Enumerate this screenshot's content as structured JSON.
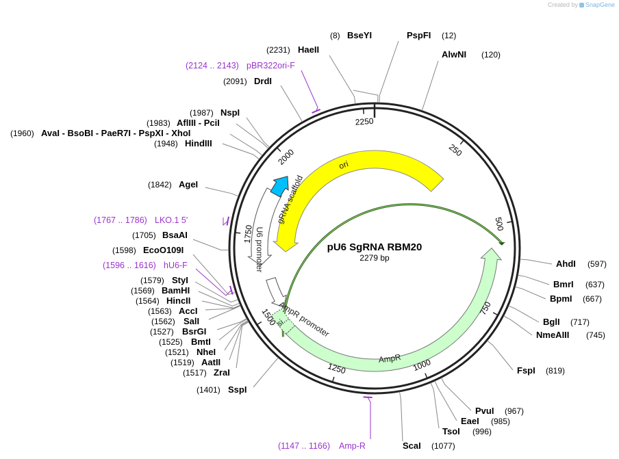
{
  "credit": {
    "prefix": "Created by",
    "brand": "SnapGene"
  },
  "plasmid": {
    "name": "pU6 SgRNA RBM20",
    "length": "2279 bp",
    "total_bp": 2279
  },
  "ticks": [
    {
      "bp": 250,
      "label": "250"
    },
    {
      "bp": 500,
      "label": "500"
    },
    {
      "bp": 750,
      "label": "750"
    },
    {
      "bp": 1000,
      "label": "1000"
    },
    {
      "bp": 1250,
      "label": "1250"
    },
    {
      "bp": 1500,
      "label": "1500"
    },
    {
      "bp": 1750,
      "label": "1750"
    },
    {
      "bp": 2000,
      "label": "2000"
    },
    {
      "bp": 2250,
      "label": "2250"
    }
  ],
  "features": [
    {
      "name": "ori",
      "label": "ori",
      "start": 1695,
      "end": 284,
      "direction": "reverse",
      "color": "#ffff00"
    },
    {
      "name": "ampr",
      "label": "AmpR",
      "start": 1430,
      "end": 569,
      "direction": "reverse",
      "color": "#ccffcc"
    },
    {
      "name": "signal-peptide",
      "label": "si...",
      "start": 1500,
      "end": 1430,
      "direction": "none",
      "color": "#ccffcc"
    },
    {
      "name": "ampr-promoter",
      "label": "AmpR promoter",
      "start": 1605,
      "end": 1500,
      "direction": "reverse",
      "color": "#ffffff"
    },
    {
      "name": "u6-promoter",
      "label": "U6 promoter",
      "start": 1895,
      "end": 1655,
      "direction": "reverse",
      "color": "#ffffff"
    },
    {
      "name": "grna-scaffold",
      "label": "gRNA scaffold",
      "start": 1960,
      "end": 1890,
      "direction": "reverse",
      "color": "#00bfff"
    }
  ],
  "sites": [
    {
      "name": "BseYI",
      "pos": "(8)",
      "bp": 8
    },
    {
      "name": "PspFI",
      "pos": "(12)",
      "bp": 12
    },
    {
      "name": "AlwNI",
      "pos": "(120)",
      "bp": 120
    },
    {
      "name": "AhdI",
      "pos": "(597)",
      "bp": 597
    },
    {
      "name": "BmrI",
      "pos": "(637)",
      "bp": 637
    },
    {
      "name": "BpmI",
      "pos": "(667)",
      "bp": 667
    },
    {
      "name": "BglI",
      "pos": "(717)",
      "bp": 717
    },
    {
      "name": "NmeAIII",
      "pos": "(745)",
      "bp": 745
    },
    {
      "name": "FspI",
      "pos": "(819)",
      "bp": 819
    },
    {
      "name": "PvuI",
      "pos": "(967)",
      "bp": 967
    },
    {
      "name": "EaeI",
      "pos": "(985)",
      "bp": 985
    },
    {
      "name": "TsoI",
      "pos": "(996)",
      "bp": 996
    },
    {
      "name": "ScaI",
      "pos": "(1077)",
      "bp": 1077
    },
    {
      "name": "SspI",
      "pos": "(1401)",
      "bp": 1401
    },
    {
      "name": "ZraI",
      "pos": "(1517)",
      "bp": 1517
    },
    {
      "name": "AatII",
      "pos": "(1519)",
      "bp": 1519
    },
    {
      "name": "NheI",
      "pos": "(1521)",
      "bp": 1521
    },
    {
      "name": "BmtI",
      "pos": "(1525)",
      "bp": 1525
    },
    {
      "name": "BsrGI",
      "pos": "(1527)",
      "bp": 1527
    },
    {
      "name": "SalI",
      "pos": "(1562)",
      "bp": 1562
    },
    {
      "name": "AccI",
      "pos": "(1563)",
      "bp": 1563
    },
    {
      "name": "HincII",
      "pos": "(1564)",
      "bp": 1564
    },
    {
      "name": "BamHI",
      "pos": "(1569)",
      "bp": 1569
    },
    {
      "name": "StyI",
      "pos": "(1579)",
      "bp": 1579
    },
    {
      "name": "EcoO109I",
      "pos": "(1598)",
      "bp": 1598
    },
    {
      "name": "BsaAI",
      "pos": "(1705)",
      "bp": 1705
    },
    {
      "name": "AgeI",
      "pos": "(1842)",
      "bp": 1842
    },
    {
      "name": "HindIII",
      "pos": "(1948)",
      "bp": 1948
    },
    {
      "name": "AvaI - BsoBI - PaeR7I - PspXI - XhoI",
      "pos": "(1960)",
      "bp": 1960
    },
    {
      "name": "AflIII - PciI",
      "pos": "(1983)",
      "bp": 1983
    },
    {
      "name": "NspI",
      "pos": "(1987)",
      "bp": 1987
    },
    {
      "name": "DrdI",
      "pos": "(2091)",
      "bp": 2091
    },
    {
      "name": "HaeII",
      "pos": "(2231)",
      "bp": 2231
    }
  ],
  "primers": [
    {
      "name": "pBR322ori-F",
      "range": "(2124 .. 2143)",
      "bp": 2133
    },
    {
      "name": "LKO.1 5'",
      "range": "(1767 .. 1786)",
      "bp": 1776
    },
    {
      "name": "hU6-F",
      "range": "(1596 .. 1616)",
      "bp": 1606
    },
    {
      "name": "Amp-R",
      "range": "(1147 .. 1166)",
      "bp": 1156
    }
  ]
}
